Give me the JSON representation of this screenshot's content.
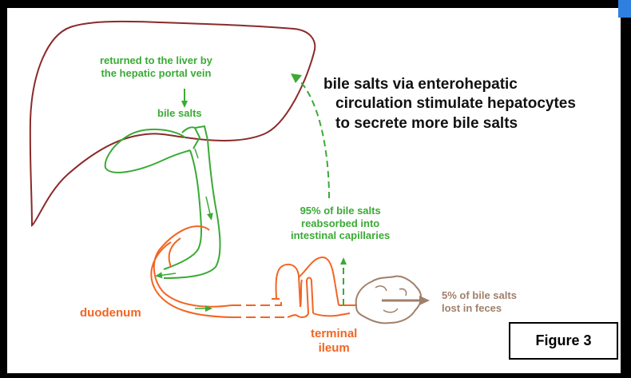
{
  "labels": {
    "portal_return": [
      "returned to the liver by",
      "the hepatic portal vein"
    ],
    "bile_salts": "bile salts",
    "headline": [
      "bile salts via enterohepatic",
      "circulation stimulate hepatocytes",
      "to secrete more bile salts"
    ],
    "reabsorbed": [
      "95% of bile salts",
      "reabsorbed into",
      "intestinal capillaries"
    ],
    "duodenum": "duodenum",
    "terminal_ileum": [
      "terminal",
      "ileum"
    ],
    "feces": [
      "5% of bile salts",
      "lost in feces"
    ],
    "figure": "Figure 3"
  },
  "colors": {
    "liver": "#8b2a2a",
    "bile_path": "#3aaa35",
    "intestine": "#f26522",
    "feces": "#a0806a",
    "accent": "#2f7fe0"
  },
  "icons": [
    "liver-outline",
    "gallbladder-and-bile-duct",
    "small-intestine",
    "feces-blob"
  ]
}
